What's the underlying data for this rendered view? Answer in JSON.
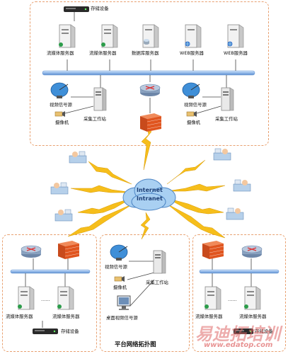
{
  "title": "平台网络拓扑图",
  "cloud": {
    "line1": "Internet",
    "line2": "Intranet"
  },
  "top": {
    "storage": "存储设备",
    "servers": [
      "流媒体服务器",
      "流媒体服务器",
      "数据库服务器",
      "WEB服务器",
      "WEB服务器"
    ],
    "video_source": [
      "视频信号源",
      "视频信号源"
    ],
    "camera": [
      "摄像机",
      "摄像机"
    ],
    "workstation": [
      "采集工作站",
      "采集工作站"
    ]
  },
  "bottom_left": {
    "servers": [
      "流媒体服务器",
      "流媒体服务器"
    ],
    "ellipsis": "……",
    "storage": "存储设备"
  },
  "bottom_mid": {
    "video_source": "视频信号源",
    "camera": "摄像机",
    "workstation": "采集工作站",
    "desktop": "桌面视频信号源"
  },
  "bottom_right": {
    "servers": [
      "流媒体服务器",
      "流媒体服务器"
    ],
    "ellipsis": "……",
    "storage": "存储设备"
  },
  "watermark": {
    "line1": "易迪拓培训",
    "line2": "www.edatop.com"
  },
  "colors": {
    "region_border": "#e8a070",
    "bus": "#8fb7e8",
    "lightning": "#f4b400",
    "firewall": "#e0551f",
    "router": "#8aa2c0",
    "watermark": "#d94c4c"
  }
}
